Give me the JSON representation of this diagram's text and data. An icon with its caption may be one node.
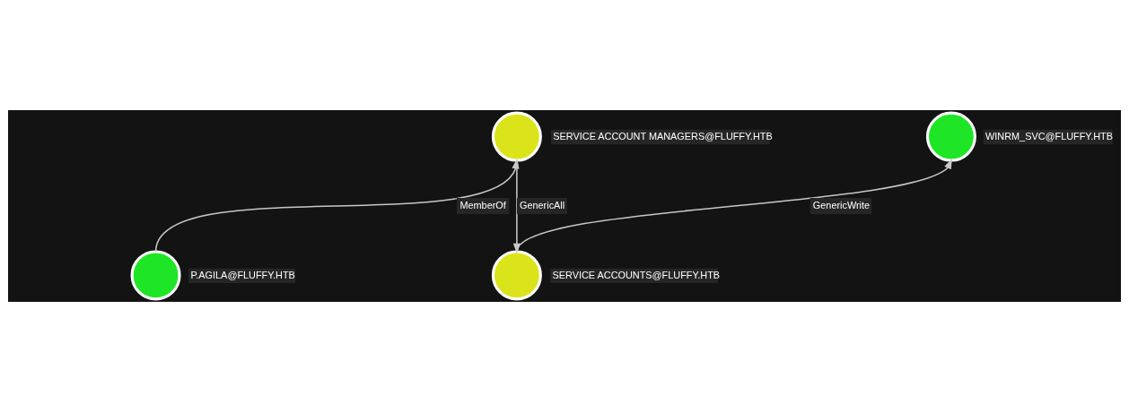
{
  "diagram": {
    "nodes": [
      {
        "text": [
          "SERVICE ACCOUNT MANAGERS@FLUFFY.HTB"
        ]
      },
      {
        "text": [
          "WINRM_SVC@FLUFFY.HTB"
        ]
      },
      {
        "text": [
          "P.AGILA@FLUFFY.HTB"
        ]
      },
      {
        "text": [
          "SERVICE ACCOUNTS@FLUFFY.HTB"
        ]
      }
    ],
    "edges": [
      {
        "from": 2,
        "to": 0,
        "arrow": "to",
        "label": "MemberOf"
      },
      {
        "from": 0,
        "to": 3,
        "arrow": "to",
        "label": "GenericAll"
      },
      {
        "from": 3,
        "to": 1,
        "arrow": "to",
        "label": "GenericWrite"
      }
    ]
  }
}
